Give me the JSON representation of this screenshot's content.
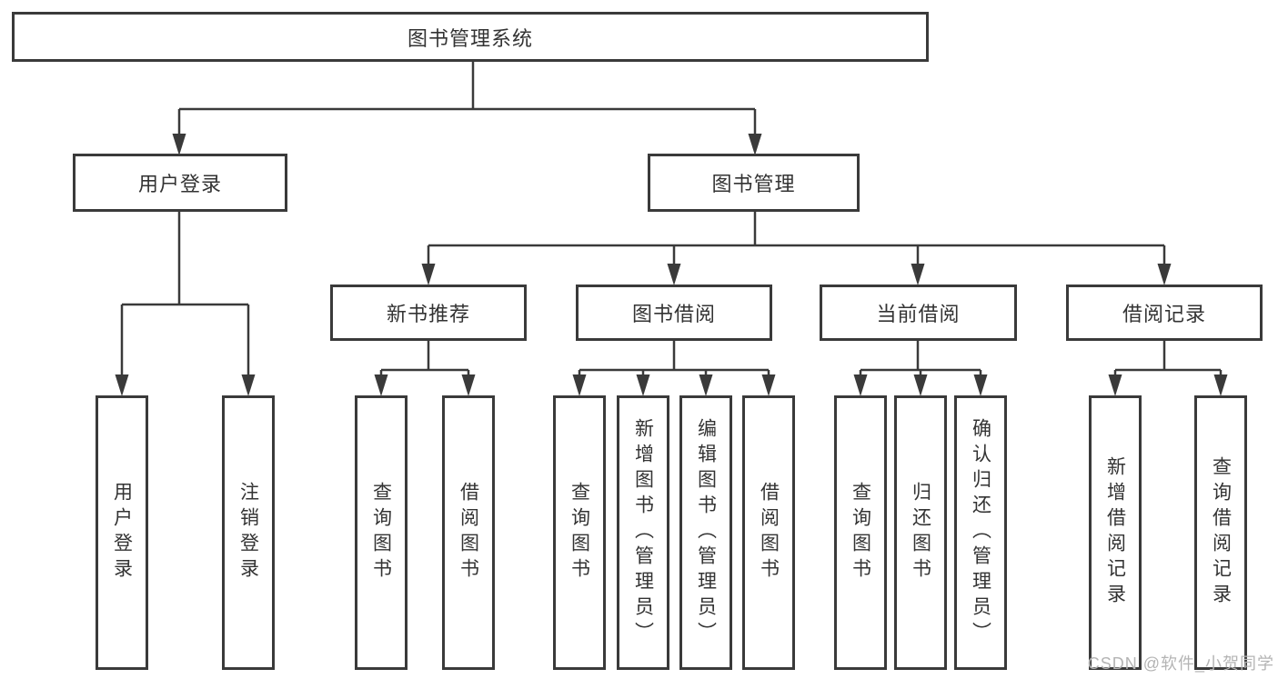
{
  "diagram": {
    "root": {
      "label": "图书管理系统"
    },
    "user_login": {
      "label": "用户登录",
      "children": [
        {
          "label": "用户登录"
        },
        {
          "label": "注销登录"
        }
      ]
    },
    "book_mgmt": {
      "label": "图书管理",
      "sections": [
        {
          "label": "新书推荐",
          "children": [
            {
              "label": "查询图书"
            },
            {
              "label": "借阅图书"
            }
          ]
        },
        {
          "label": "图书借阅",
          "children": [
            {
              "label": "查询图书"
            },
            {
              "label": "新增图书（管理员）"
            },
            {
              "label": "编辑图书（管理员）"
            },
            {
              "label": "借阅图书"
            }
          ]
        },
        {
          "label": "当前借阅",
          "children": [
            {
              "label": "查询图书"
            },
            {
              "label": "归还图书"
            },
            {
              "label": "确认归还（管理员）"
            }
          ]
        },
        {
          "label": "借阅记录",
          "children": [
            {
              "label": "新增借阅记录"
            },
            {
              "label": "查询借阅记录"
            }
          ]
        }
      ]
    }
  },
  "watermark": {
    "text": "CSDN @软件_小贺同学"
  },
  "colors": {
    "line": "#3a3a3a",
    "text": "#333333",
    "box_background": "#ffffff",
    "page_background": "#ffffff",
    "watermark": "#b4b4b4"
  }
}
